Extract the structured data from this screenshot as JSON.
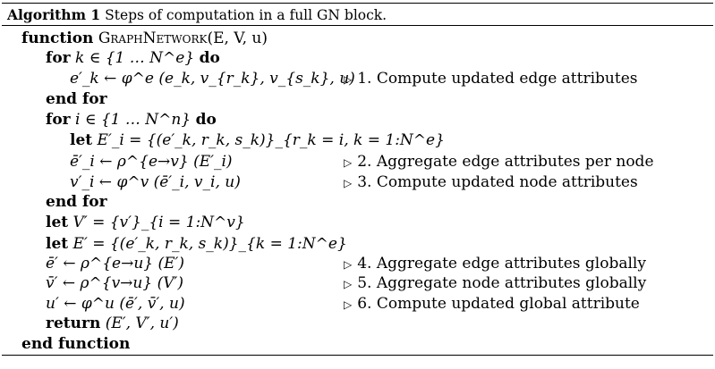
{
  "caption": {
    "label": "Algorithm 1",
    "text": "Steps of computation in a full GN block."
  },
  "keywords": {
    "function": "function",
    "for": "for",
    "do": "do",
    "end_for": "end for",
    "let": "let",
    "return": "return",
    "end_function": "end function"
  },
  "lines": {
    "func_name": "GraphNetwork",
    "func_args": "(E, V, u)",
    "for_k": "k ∈ {1 … N^e}",
    "edge_update": "e′_k ← φ^e (e_k, v_{r_k}, v_{s_k}, u)",
    "for_i": "i ∈ {1 … N^n}",
    "let_Ei": "E′_i = {(e′_k, r_k, s_k)}_{r_k = i, k = 1:N^e}",
    "agg_edges_node": "ē′_i ← ρ^{e→v} (E′_i)",
    "node_update": "v′_i ← φ^v (ē′_i, v_i, u)",
    "let_V": "V′ = {v′}_{i = 1:N^v}",
    "let_E": "E′ = {(e′_k, r_k, s_k)}_{k = 1:N^e}",
    "agg_edges_global": "ē′ ← ρ^{e→u} (E′)",
    "agg_nodes_global": "v̄′ ← ρ^{v→u} (V′)",
    "global_update": "u′ ← φ^u (ē′, v̄′, u)",
    "return_val": "(E′, V′, u′)"
  },
  "comments": [
    "1. Compute updated edge attributes",
    "2. Aggregate edge attributes per node",
    "3. Compute updated node attributes",
    "4. Aggregate edge attributes globally",
    "5. Aggregate node attributes globally",
    "6. Compute updated global attribute"
  ]
}
